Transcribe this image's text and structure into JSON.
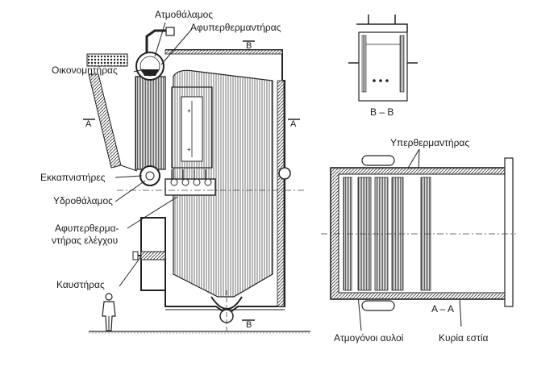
{
  "labels": {
    "steam_drum": "Ατμοθάλαμος",
    "desuperheater": "Αφυπερθερμαντήρας",
    "economizer": "Οικονομητήρας",
    "blowdown": "Εκκαπνιστήρες",
    "water_drum": "Υδροθάλαμος",
    "control_desuperheater_1": "Αφυπερθερμα-",
    "control_desuperheater_2": "ντήρας ελέγχου",
    "burner": "Καυστήρας",
    "superheater": "Υπερθερμαντήρας",
    "generating_tubes": "Ατμογόνοι αυλοί",
    "main_furnace": "Κυρία εστία"
  },
  "sections": {
    "b_top": "B",
    "b_bottom": "B",
    "a_left": "A",
    "a_right": "A",
    "view_bb": "B – B",
    "view_aa": "A – A"
  }
}
